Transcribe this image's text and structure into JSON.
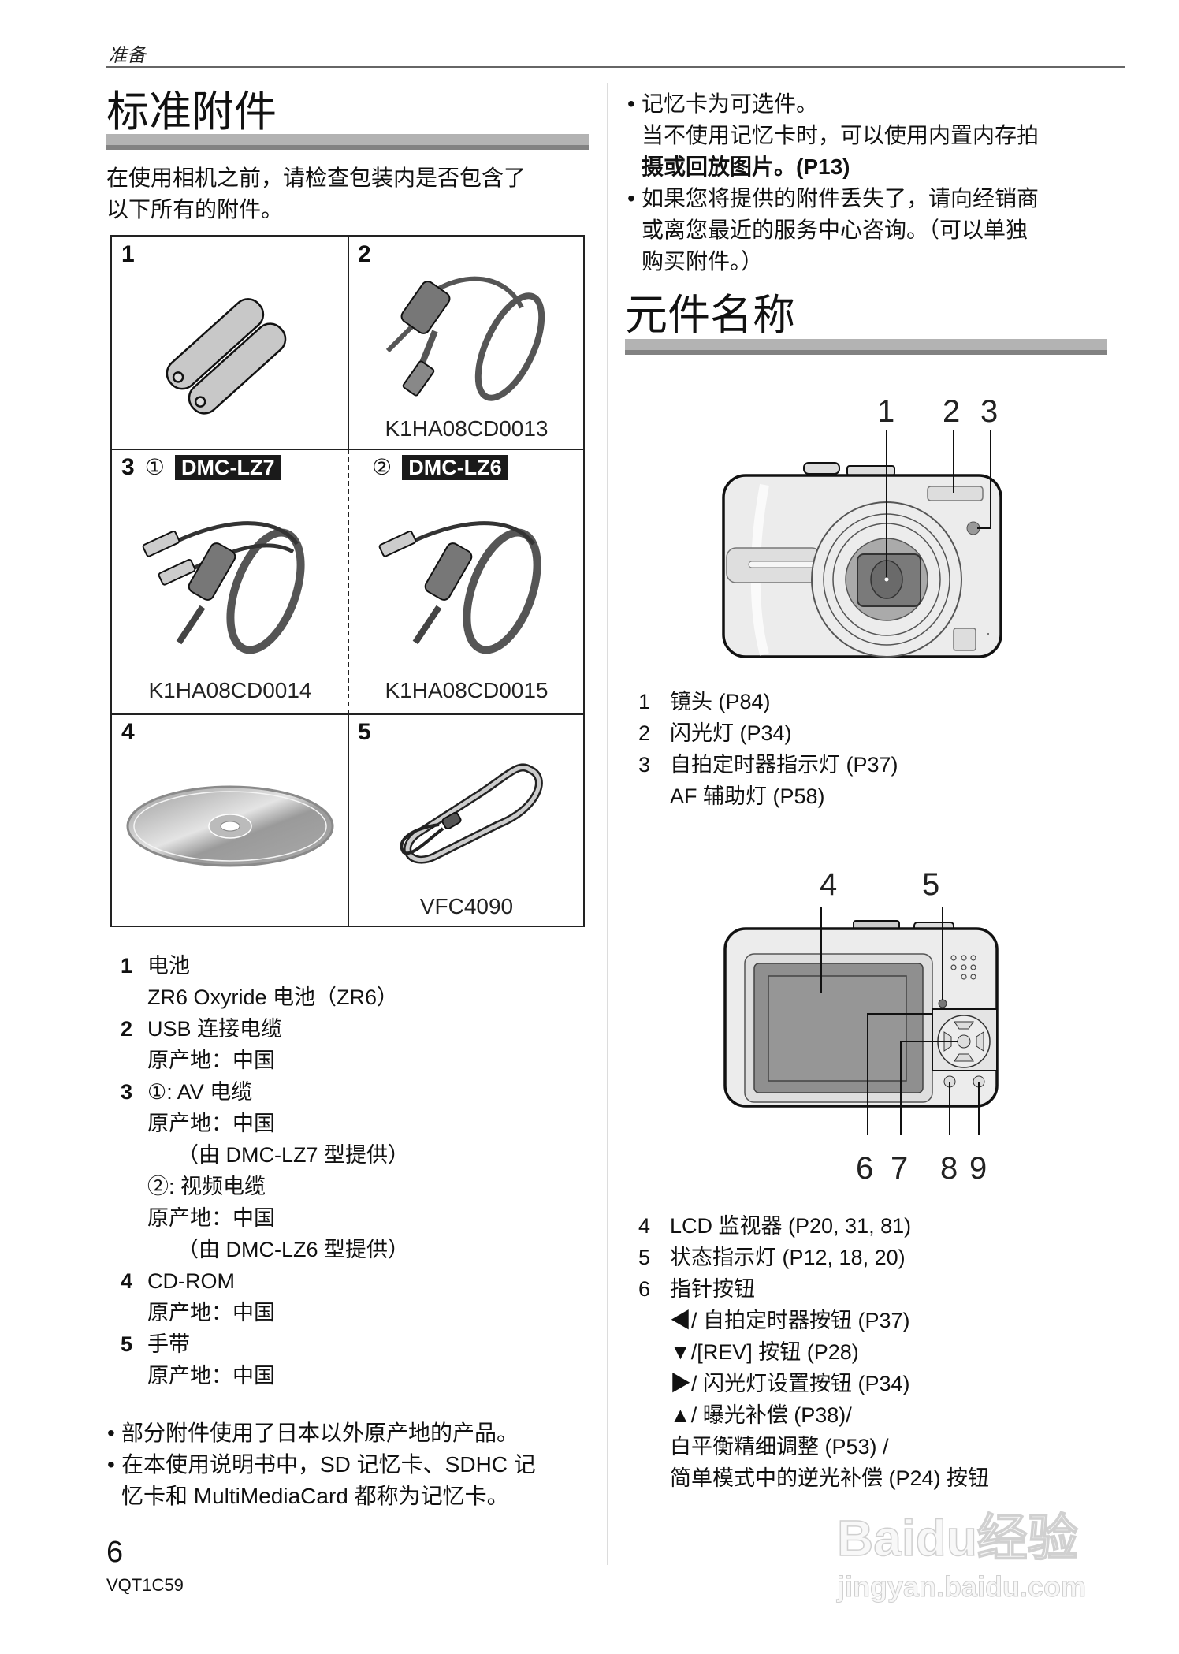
{
  "header": {
    "running_head": "准备"
  },
  "left": {
    "title": "标准附件",
    "intro": [
      "在使用相机之前，请检查包装内是否包含了",
      "以下所有的附件。"
    ],
    "grid": {
      "cells": [
        {
          "num": "1",
          "code": ""
        },
        {
          "num": "2",
          "code": "K1HA08CD0013"
        },
        {
          "num": "3",
          "variant1_circle": "①",
          "variant1_tag": "DMC-LZ7",
          "variant2_circle": "②",
          "variant2_tag": "DMC-LZ6",
          "code1": "K1HA08CD0014",
          "code2": "K1HA08CD0015"
        },
        {
          "num": "4",
          "code": ""
        },
        {
          "num": "5",
          "code": "VFC4090"
        }
      ]
    },
    "items": [
      {
        "num": "1",
        "text": "电池"
      },
      {
        "num": "",
        "text": "ZR6 Oxyride 电池（ZR6）"
      },
      {
        "num": "2",
        "text": "USB 连接电缆"
      },
      {
        "num": "",
        "text": "原产地：中国"
      },
      {
        "num": "3",
        "text": "①:  AV 电缆"
      },
      {
        "num": "",
        "text": "原产地：中国"
      },
      {
        "num": "",
        "text": "（由 DMC-LZ7 型提供）",
        "indent": true
      },
      {
        "num": "",
        "text": "②:  视频电缆"
      },
      {
        "num": "",
        "text": "原产地：中国"
      },
      {
        "num": "",
        "text": "（由 DMC-LZ6 型提供）",
        "indent": true
      },
      {
        "num": "4",
        "text": "CD-ROM"
      },
      {
        "num": "",
        "text": "原产地：中国"
      },
      {
        "num": "5",
        "text": "手带"
      },
      {
        "num": "",
        "text": "原产地：中国"
      }
    ],
    "notes": [
      {
        "bullet": "•",
        "text": "部分附件使用了日本以外原产地的产品。"
      },
      {
        "bullet": "•",
        "text": "在本使用说明书中，SD 记忆卡、SDHC 记"
      },
      {
        "bullet": "",
        "text": "忆卡和 MultiMediaCard 都称为记忆卡。"
      }
    ]
  },
  "right": {
    "notes": [
      {
        "bullet": "•",
        "text": "记忆卡为可选件。"
      },
      {
        "bullet": "",
        "text": "当不使用记忆卡时，可以使用内置内存拍"
      },
      {
        "bullet": "",
        "text": "摄或回放图片。(P13)"
      },
      {
        "bullet": "•",
        "text": "如果您将提供的附件丢失了，请向经销商"
      },
      {
        "bullet": "",
        "text": "或离您最近的服务中心咨询。（可以单独"
      },
      {
        "bullet": "",
        "text": "购买附件。）"
      }
    ],
    "title": "元件名称",
    "front_callouts": [
      "1",
      "2",
      "3"
    ],
    "front_items": [
      {
        "num": "1",
        "text": "镜头 (P84)"
      },
      {
        "num": "2",
        "text": "闪光灯 (P34)"
      },
      {
        "num": "3",
        "text": "自拍定时器指示灯 (P37)"
      },
      {
        "num": "",
        "text": "AF 辅助灯 (P58)"
      }
    ],
    "back_callouts_top": [
      "4",
      "5"
    ],
    "back_callouts_bottom": [
      "6",
      "7",
      "8",
      "9"
    ],
    "back_items": [
      {
        "num": "4",
        "text": "LCD 监视器 (P20, 31, 81)"
      },
      {
        "num": "5",
        "text": "状态指示灯 (P12, 18, 20)"
      },
      {
        "num": "6",
        "text": "指针按钮"
      },
      {
        "num": "",
        "text": "◀/ 自拍定时器按钮 (P37)"
      },
      {
        "num": "",
        "text": "▼/[REV] 按钮 (P28)"
      },
      {
        "num": "",
        "text": "▶/ 闪光灯设置按钮 (P34)"
      },
      {
        "num": "",
        "text": "▲/ 曝光补偿 (P38)/"
      },
      {
        "num": "",
        "text": "白平衡精细调整 (P53) /"
      },
      {
        "num": "",
        "text": "简单模式中的逆光补偿 (P24) 按钮"
      }
    ]
  },
  "footer": {
    "page_number": "6",
    "doc_code": "VQT1C59"
  },
  "watermark": {
    "logo": "Baidu经验",
    "url": "jingyan.baidu.com"
  }
}
